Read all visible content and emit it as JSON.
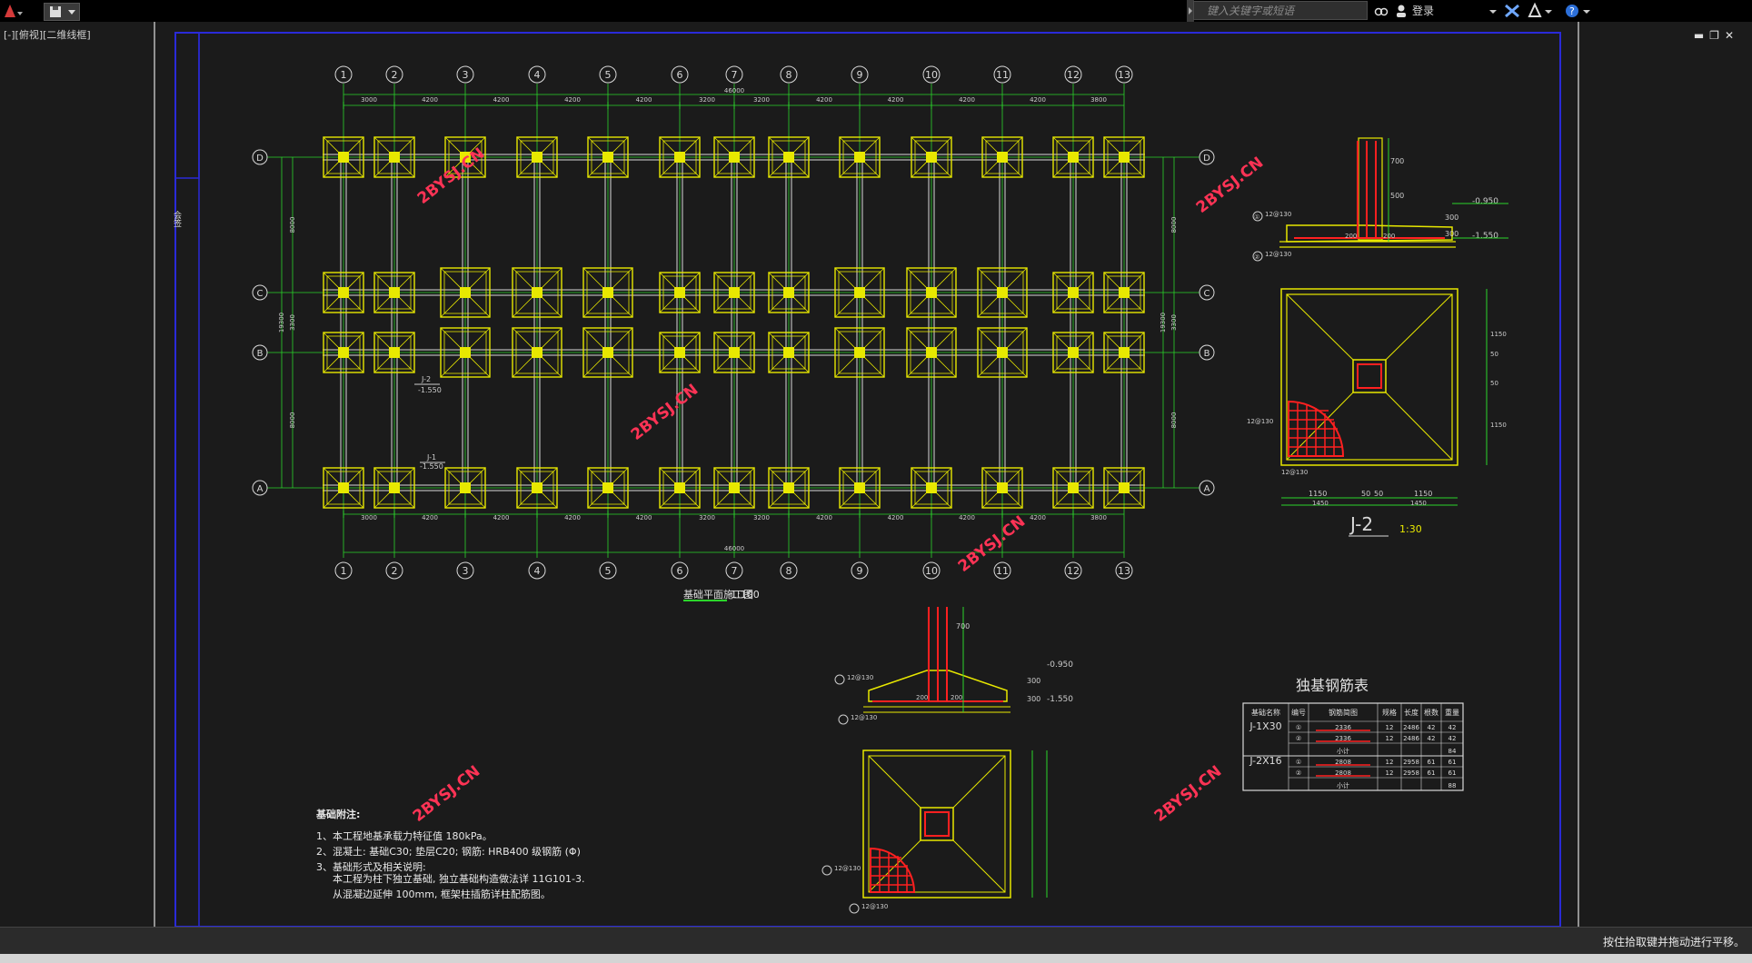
{
  "app": {
    "search_placeholder": "键入关键字或短语",
    "login_label": "登录",
    "view_label": "[-][俯视][二维线框]",
    "status_text": "按住拾取键并拖动进行平移。"
  },
  "drawing": {
    "axis_numbers": [
      "1",
      "2",
      "3",
      "4",
      "5",
      "6",
      "7",
      "8",
      "9",
      "10",
      "11",
      "12",
      "13"
    ],
    "axis_letters": [
      "D",
      "C",
      "B",
      "A"
    ],
    "spacings": [
      "3000",
      "4200",
      "4200",
      "4200",
      "4200",
      "3200",
      "3200",
      "4200",
      "4200",
      "4200",
      "4200",
      "3800"
    ],
    "total_length": "46000",
    "vertical_dims_left": [
      "8000",
      "3300",
      "8000"
    ],
    "vertical_total": "19300",
    "plan_title": "基础平面施工图",
    "plan_scale": "1:100",
    "watermark": "2BYSJ.CN",
    "callout_j2": "J-2",
    "callout_j2_elev": "-1.550",
    "callout_j1": "J-1",
    "callout_j1_elev": "-1.550",
    "detail_j2": {
      "elev_top": "-0.950",
      "elev_bottom": "-1.550",
      "dims_v": [
        "700",
        "500",
        "300",
        "300"
      ],
      "dims_h": [
        "1150",
        "50",
        "50",
        "1150"
      ],
      "half": "1450",
      "rebar_1": "①",
      "rebar_2": "②",
      "rebar_lab": "12@130",
      "title": "J-2",
      "scale": "1:30",
      "cover": "200"
    },
    "detail_j1": {
      "elev_top": "-0.950",
      "elev_bottom": "-1.550",
      "dims_v": [
        "700",
        "300",
        "300"
      ],
      "cover": "200",
      "rebar_lab": "12@130"
    },
    "rebar_table": {
      "title": "独基钢筋表",
      "headers": [
        "基础名称",
        "编号",
        "钢筋简图",
        "规格",
        "长度",
        "根数",
        "重量"
      ],
      "rows": [
        [
          "J-1X30",
          "①",
          "2336",
          "12",
          "2486",
          "42",
          "42"
        ],
        [
          "",
          "②",
          "2336",
          "12",
          "2486",
          "42",
          "42"
        ],
        [
          "",
          "",
          "小计",
          "",
          "",
          "",
          "84"
        ],
        [
          "J-2X16",
          "①",
          "2808",
          "12",
          "2958",
          "61",
          "61"
        ],
        [
          "",
          "②",
          "2808",
          "12",
          "2958",
          "61",
          "61"
        ],
        [
          "",
          "",
          "小计",
          "",
          "",
          "",
          "88"
        ]
      ]
    },
    "notes": {
      "title": "基础附注:",
      "lines": [
        "1、本工程地基承载力特征值 180kPa。",
        "2、混凝土: 基础C30; 垫层C20; 钢筋: HRB400 级钢筋 (Φ)",
        "3、基础形式及相关说明:",
        "本工程为柱下独立基础, 独立基础构造做法详 11G101-3.",
        "从混凝边延伸 100mm, 框架柱插筋详柱配筋图。"
      ]
    },
    "side_label": "会签"
  },
  "colors": {
    "grid_white": "#d9d9d9",
    "footing_yellow": "#e8e800",
    "dim_green": "#2bd52b",
    "rebar_red": "#ff2020",
    "frame_blue": "#2a2ad8",
    "watermark_red": "#ff3355"
  }
}
